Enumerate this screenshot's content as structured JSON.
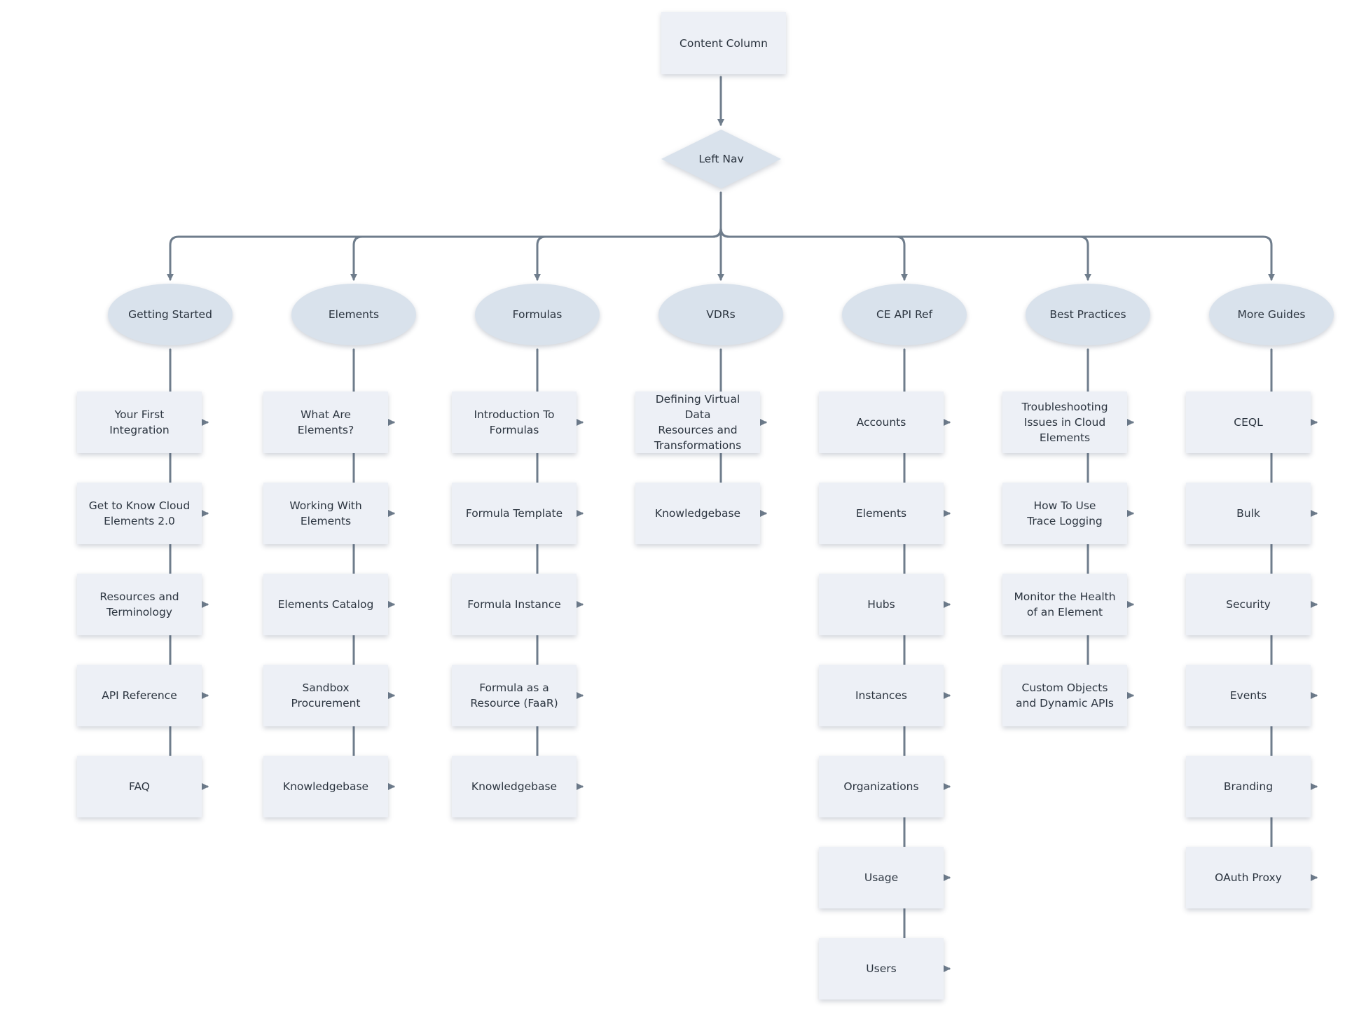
{
  "colors": {
    "connector": "#6f7d8c",
    "box": "#edf0f6",
    "ellipse": "#d9e2ec",
    "text": "#2c3540"
  },
  "root": {
    "label": "Content Column"
  },
  "nav": {
    "label": "Left Nav"
  },
  "sections": [
    {
      "label": "Getting Started",
      "items": [
        "Your First\nIntegration",
        "Get to Know Cloud\nElements 2.0",
        "Resources and\nTerminology",
        "API Reference",
        "FAQ"
      ]
    },
    {
      "label": "Elements",
      "items": [
        "What Are\nElements?",
        "Working With\nElements",
        "Elements Catalog",
        "Sandbox\nProcurement",
        "Knowledgebase"
      ]
    },
    {
      "label": "Formulas",
      "items": [
        "Introduction To\nFormulas",
        "Formula Template",
        "Formula Instance",
        "Formula as a\nResource (FaaR)",
        "Knowledgebase"
      ]
    },
    {
      "label": "VDRs",
      "items": [
        "Defining Virtual Data\nResources and\nTransformations",
        "Knowledgebase"
      ]
    },
    {
      "label": "CE API Ref",
      "items": [
        "Accounts",
        "Elements",
        "Hubs",
        "Instances",
        "Organizations",
        "Usage",
        "Users"
      ]
    },
    {
      "label": "Best Practices",
      "items": [
        "Troubleshooting\nIssues in Cloud\nElements",
        "How To Use\nTrace Logging",
        "Monitor the Health\nof an Element",
        "Custom Objects\nand Dynamic APIs"
      ]
    },
    {
      "label": "More Guides",
      "items": [
        "CEQL",
        "Bulk",
        "Security",
        "Events",
        "Branding",
        "OAuth Proxy"
      ]
    }
  ]
}
